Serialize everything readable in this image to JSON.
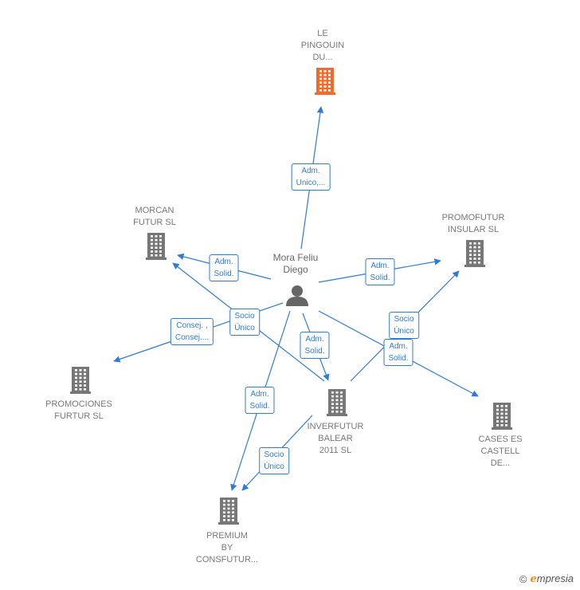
{
  "colors": {
    "edge": "#2e7bd4",
    "building": "#777777",
    "highlight": "#f26a2e",
    "person": "#666666"
  },
  "nodes": [
    {
      "id": "le-pingouin",
      "label": "LE\nPINGOUIN\nDU...",
      "type": "company",
      "highlight": true
    },
    {
      "id": "morcan",
      "label": "MORCAN\nFUTUR  SL",
      "type": "company"
    },
    {
      "id": "promofutur",
      "label": "PROMOFUTUR\nINSULAR SL",
      "type": "company"
    },
    {
      "id": "mora",
      "label": "Mora Feliu\nDiego",
      "type": "person"
    },
    {
      "id": "promociones",
      "label": "PROMOCIONES\nFURTUR SL",
      "type": "company"
    },
    {
      "id": "inverfutur",
      "label": "INVERFUTUR\nBALEAR\n2011 SL",
      "type": "company"
    },
    {
      "id": "cases",
      "label": "CASES ES\nCASTELL\nDE...",
      "type": "company"
    },
    {
      "id": "premium",
      "label": "PREMIUM\nBY\nCONSFUTUR...",
      "type": "company"
    }
  ],
  "edges": [
    {
      "from": "mora",
      "to": "le-pingouin",
      "label": "Adm.\nUnico,..."
    },
    {
      "from": "mora",
      "to": "morcan",
      "label": "Adm.\nSolid."
    },
    {
      "from": "mora",
      "to": "promofutur",
      "label": "Adm.\nSolid."
    },
    {
      "from": "inverfutur",
      "to": "morcan",
      "label": "Socio\nÚnico"
    },
    {
      "from": "mora",
      "to": "promociones",
      "label": "Consej. ,\nConsej...."
    },
    {
      "from": "mora",
      "to": "inverfutur",
      "label": "Adm.\nSolid."
    },
    {
      "from": "inverfutur",
      "to": "promofutur",
      "label": "Socio\nÚnico"
    },
    {
      "from": "mora",
      "to": "cases",
      "label": "Adm.\nSolid."
    },
    {
      "from": "mora",
      "to": "premium",
      "label": "Adm.\nSolid."
    },
    {
      "from": "inverfutur",
      "to": "premium",
      "label": "Socio\nÚnico"
    }
  ],
  "footer": {
    "copyright_symbol": "©",
    "brand_initial": "e",
    "brand_rest": "mpresia"
  }
}
